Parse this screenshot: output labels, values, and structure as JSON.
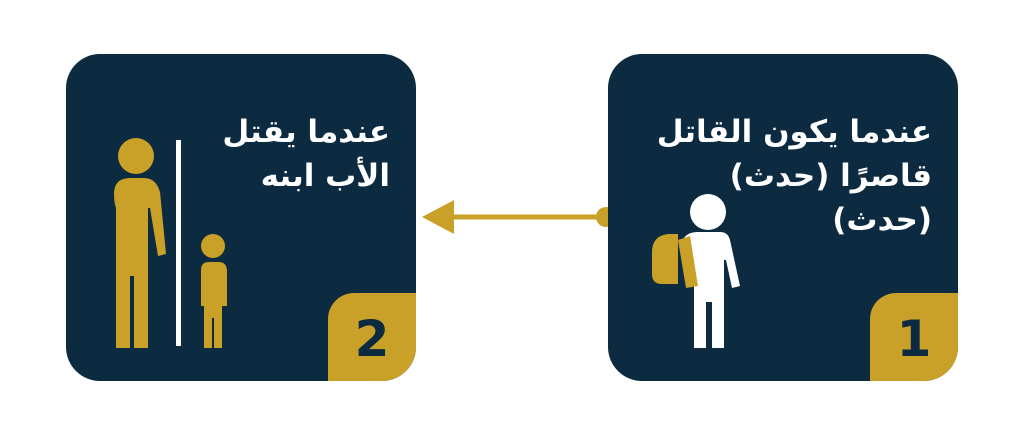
{
  "colors": {
    "card_bg": "#0c2a40",
    "accent_gold": "#c9a128",
    "text": "#ffffff",
    "child_figure": "#ffffff"
  },
  "cards": [
    {
      "number": "1",
      "title_lines": [
        "عندما يكون القاتل",
        "قاصرًا (حدث)",
        "(حدث)"
      ],
      "icon": "schoolchild-with-backpack-icon"
    },
    {
      "number": "2",
      "title_lines": [
        "عندما يقتل",
        "الأب ابنه"
      ],
      "icon": "father-and-son-icon"
    }
  ],
  "connector": {
    "from": "1",
    "to": "2",
    "icon": "arrow-left-icon"
  }
}
